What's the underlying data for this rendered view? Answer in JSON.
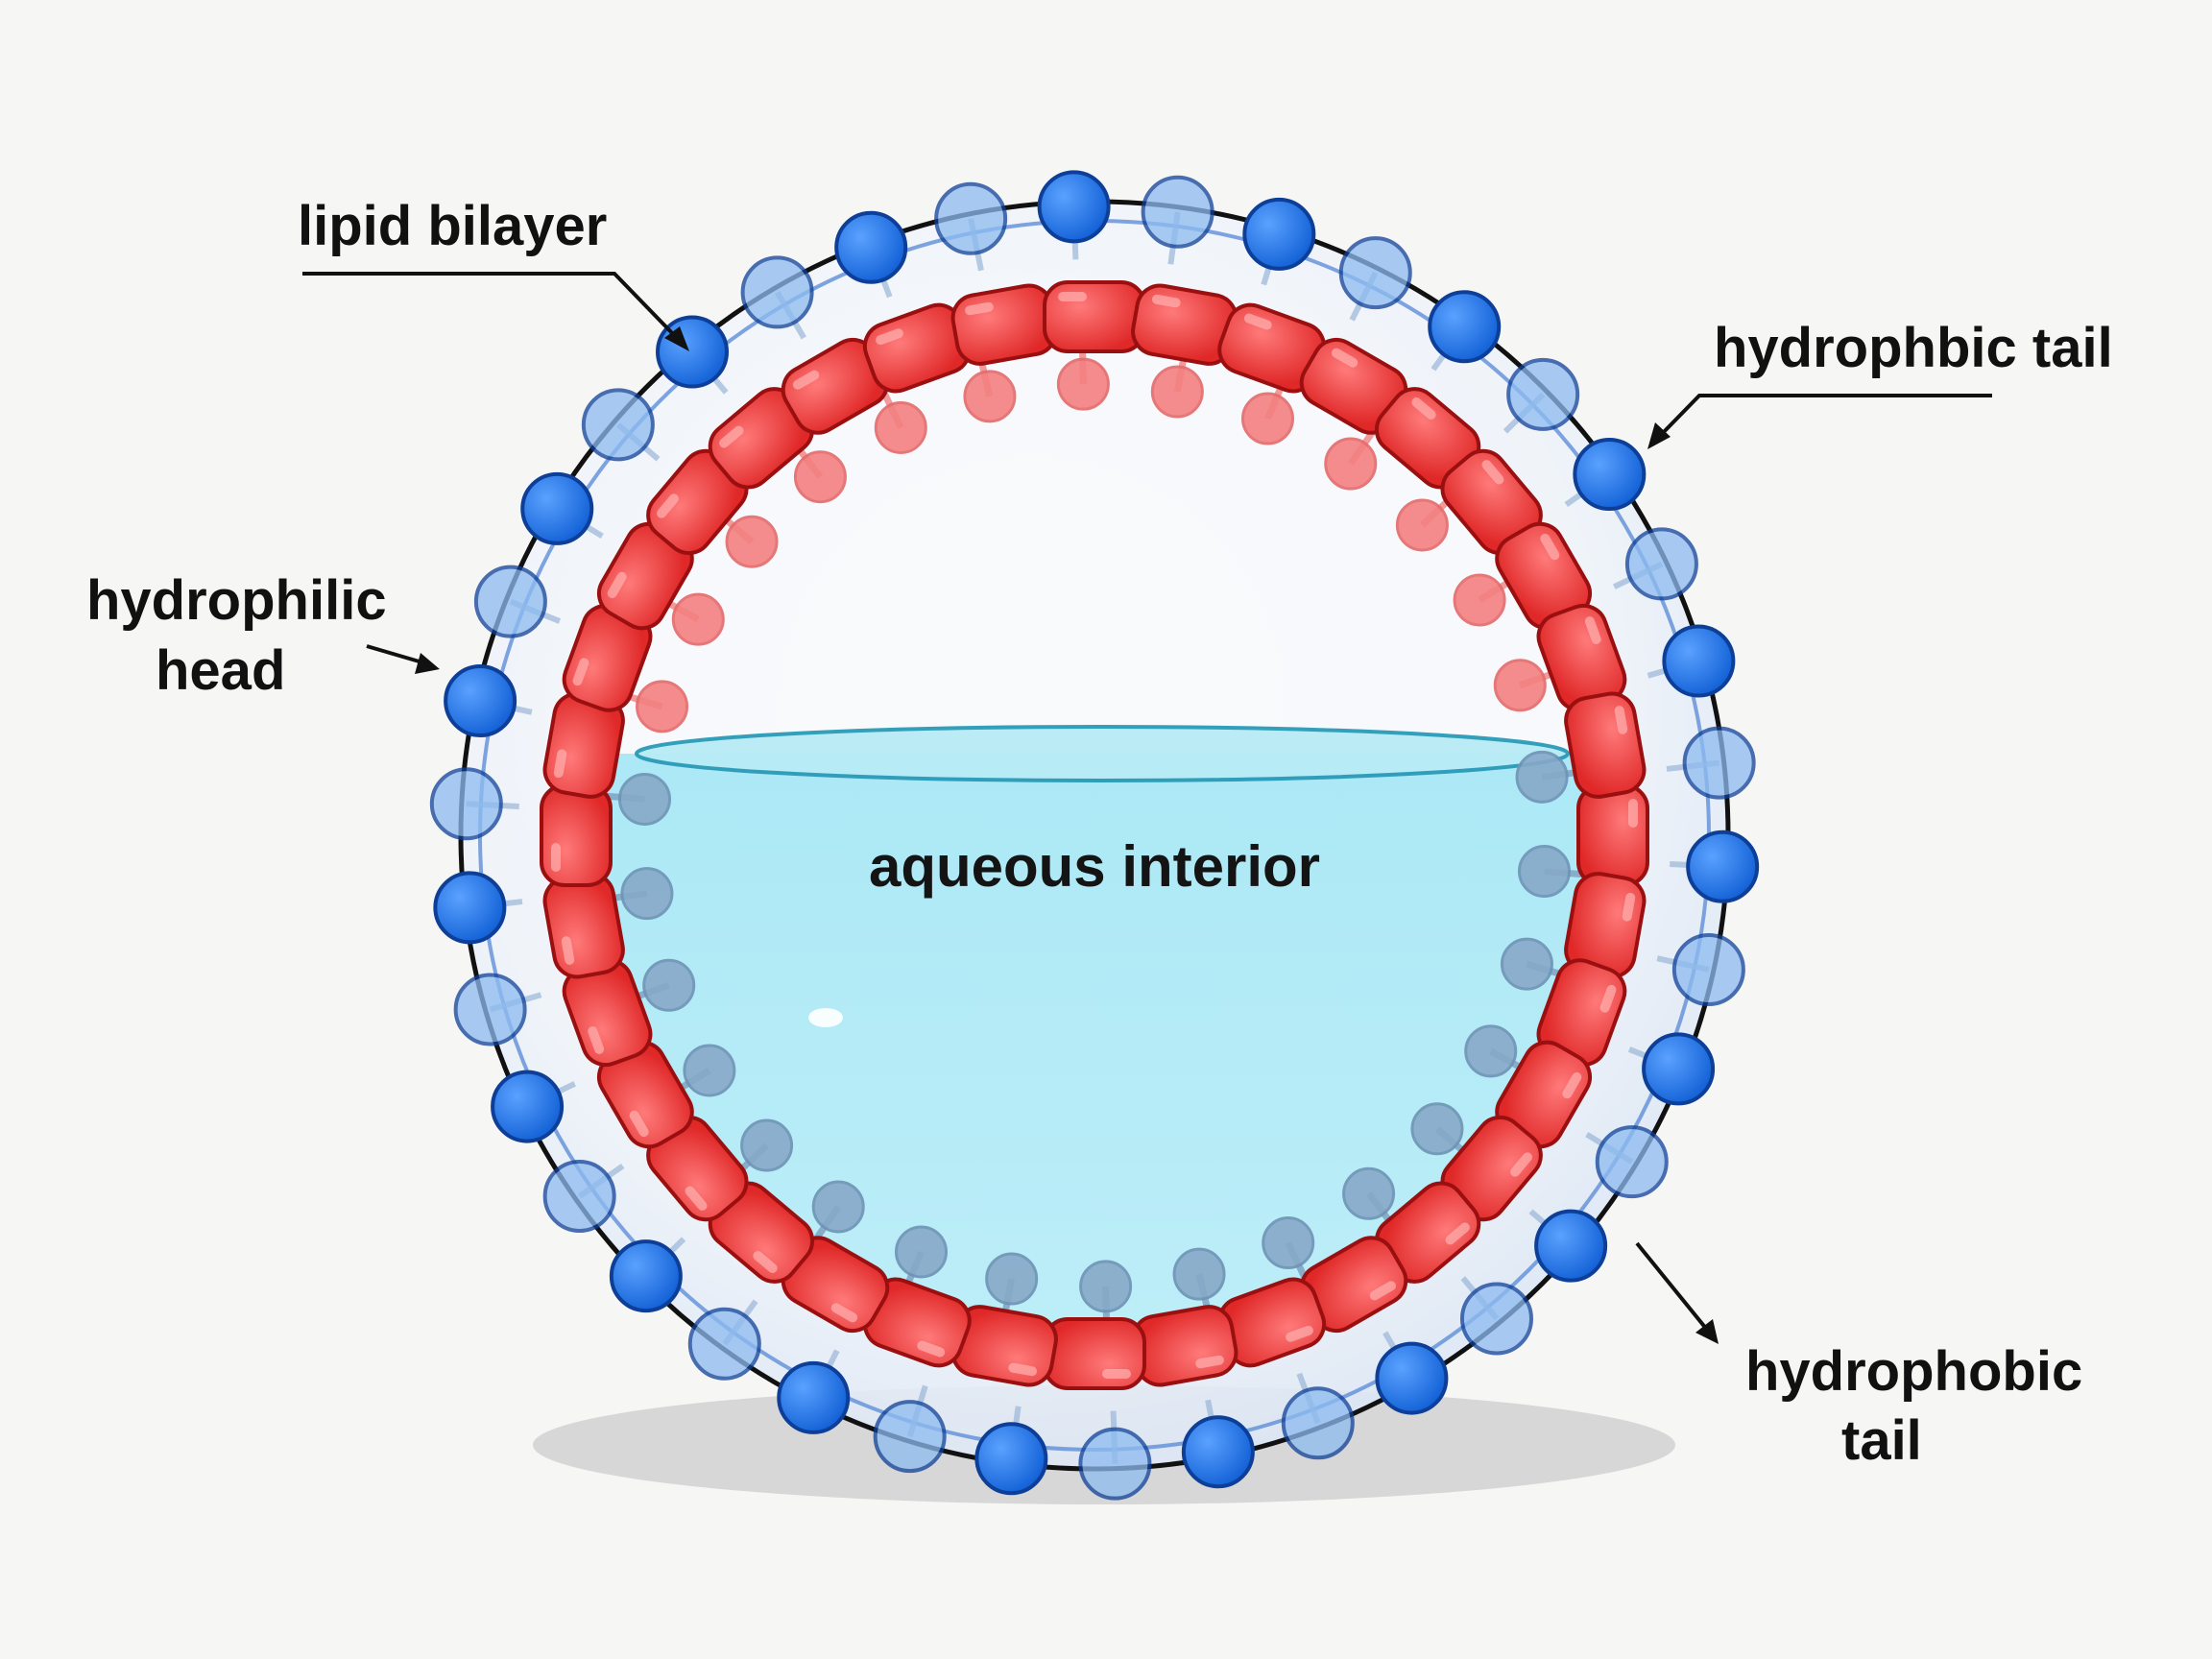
{
  "labels": {
    "lipid_bilayer": "lipid bilayer",
    "hydrophbic_tail": "hydrophbic tail",
    "hydrophilic_line1": "hydrophilic",
    "hydrophilic_line2": "head",
    "hydrophobic_line1": "hydrophobic",
    "hydrophobic_line2": "tail",
    "interior": "aqueous interior"
  },
  "colors": {
    "background": "#f6f6f4",
    "outer_head": "#1a6fe0",
    "inner_head": "#e83a3a",
    "inner_tail_head": "#f07a7a",
    "aqueous": "#a8e8f4",
    "membrane": "#3a6fc8"
  }
}
